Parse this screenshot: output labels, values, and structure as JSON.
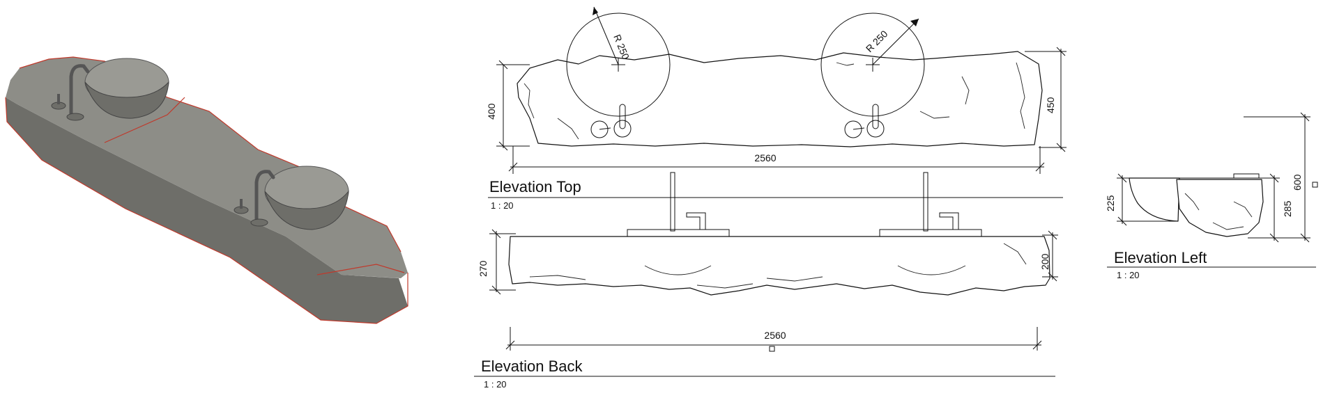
{
  "isometric_view": {
    "colors": {
      "stone_top": "#8d8d87",
      "stone_side": "#6e6e69",
      "edge_highlight": "#c0392b",
      "basin": "#9a9a94"
    }
  },
  "elevation_top": {
    "title": "Elevation Top",
    "scale": "1 : 20",
    "radius_left": "R 250",
    "radius_right": "R 250",
    "height_left": "400",
    "height_right": "450",
    "width": "2560"
  },
  "elevation_back": {
    "title": "Elevation Back",
    "scale": "1 : 20",
    "height_left": "270",
    "height_right": "200",
    "width": "2560"
  },
  "elevation_left": {
    "title": "Elevation Left",
    "scale": "1 : 20",
    "basin_height": "225",
    "stone_height": "285",
    "total_height": "600"
  }
}
